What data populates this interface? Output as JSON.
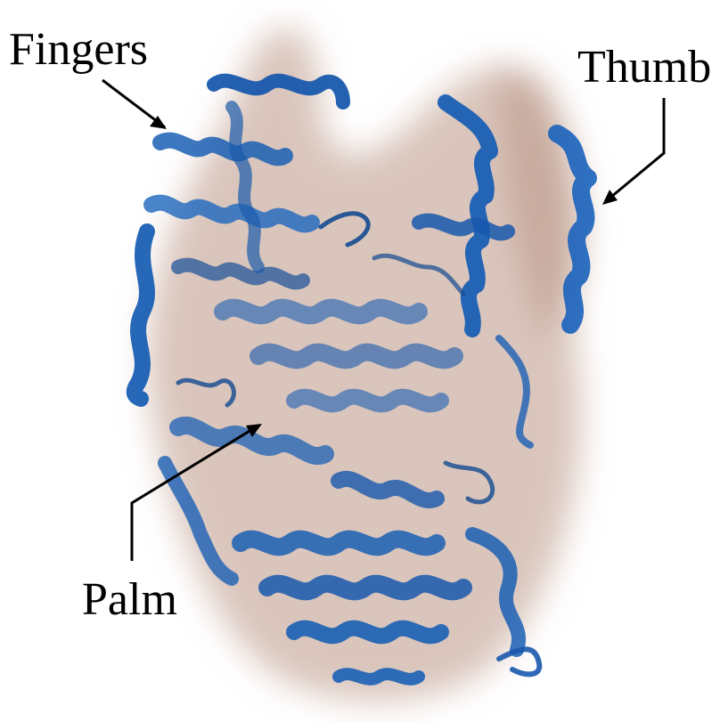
{
  "labels": {
    "fingers": "Fingers",
    "thumb": "Thumb",
    "palm": "Palm"
  },
  "colors": {
    "protein": "#1a5fb4",
    "protein_dark": "#0d3d80",
    "hand": "#d8c3b8",
    "background": "#ffffff",
    "text": "#000000"
  }
}
